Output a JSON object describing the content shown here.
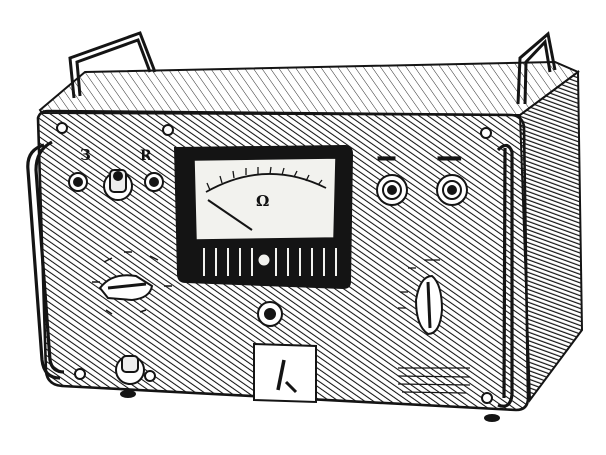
{
  "illustration": {
    "style": "engraving",
    "colors": {
      "ink": "#141414",
      "paper": "#ffffff",
      "dial": "#f2f2ee"
    },
    "terminal_labels": {
      "left": "З",
      "right": "R"
    },
    "meter": {
      "unit_symbol": "Ω"
    }
  }
}
